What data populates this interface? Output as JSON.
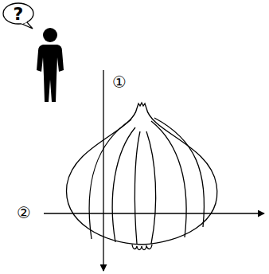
{
  "diagram": {
    "nodes": [
      {
        "text": [
          "?"
        ]
      }
    ],
    "labels": [
      "①",
      "②"
    ]
  }
}
